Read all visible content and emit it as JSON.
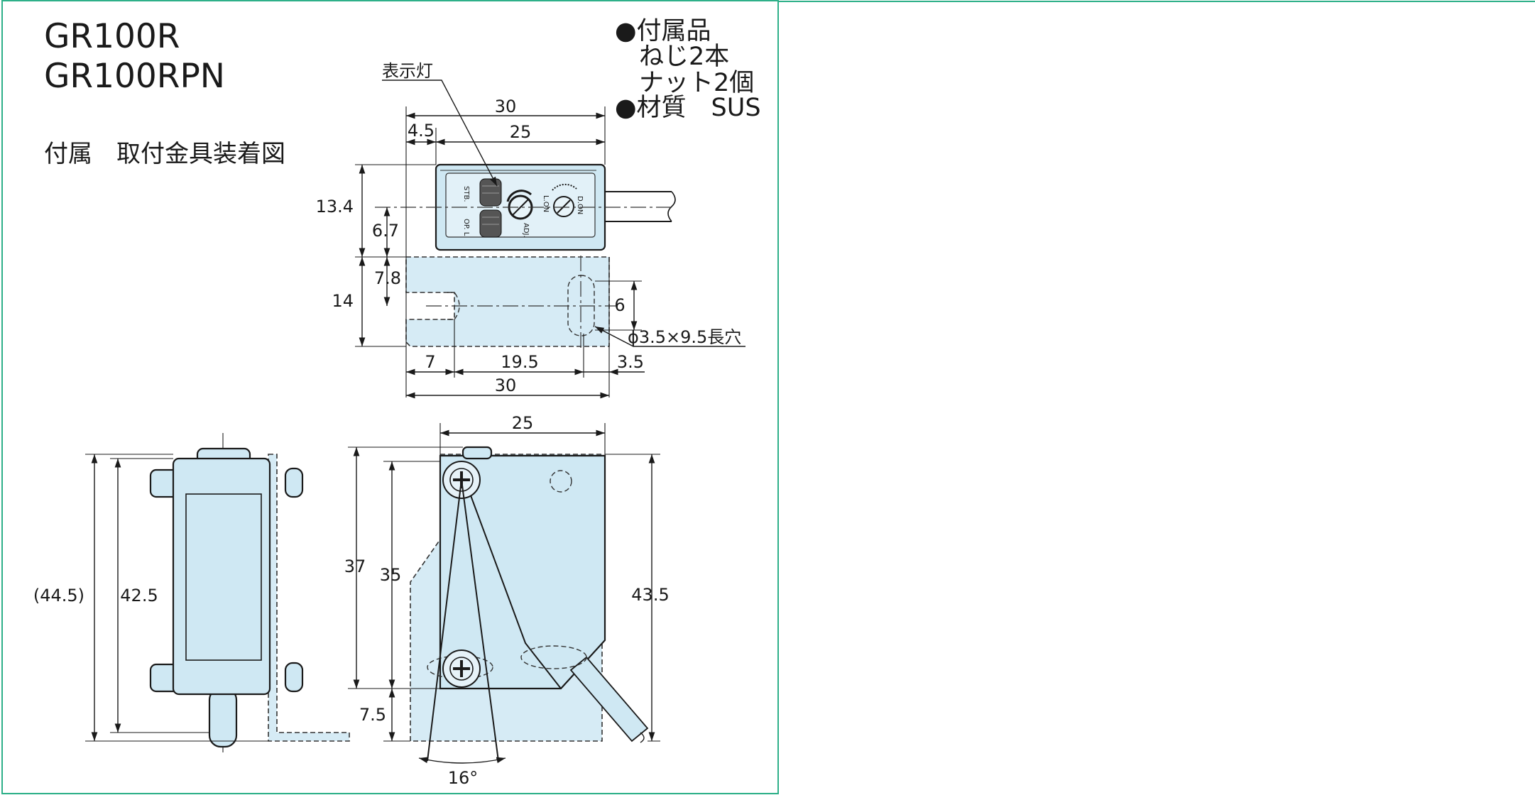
{
  "frame": {
    "border_color": "#2eb089",
    "fill_color": "#cfe8f3"
  },
  "titles": {
    "model_1": "GR100R",
    "model_2": "GR100RPN",
    "subtitle": "付属　取付金具装着図"
  },
  "accessories": {
    "line_1": "●付属品",
    "line_2": "ねじ2本",
    "line_3": "ナット2個",
    "line_4": "●材質　SUS"
  },
  "labels": {
    "indicator": "表示灯",
    "slot": "ϕ3.5×9.5長穴",
    "stb": "STB.",
    "opl": "OP. L",
    "adj": "ADJ.",
    "lon": "L.ON",
    "don": "D.ON"
  },
  "top_view_dims": {
    "d30_top": "30",
    "d4_5": "4.5",
    "d25": "25",
    "d13_4": "13.4",
    "d6_7": "6.7",
    "d7_8": "7.8",
    "d14": "14",
    "d6": "6",
    "d7": "7",
    "d19_5": "19.5",
    "d3_5": "3.5",
    "d30_bottom": "30"
  },
  "side_view_dims": {
    "d44_5": "(44.5)",
    "d42_5": "42.5"
  },
  "front_view_dims": {
    "d25": "25",
    "d37": "37",
    "d35": "35",
    "d43_5": "43.5",
    "d7_5": "7.5",
    "angle": "16°"
  }
}
